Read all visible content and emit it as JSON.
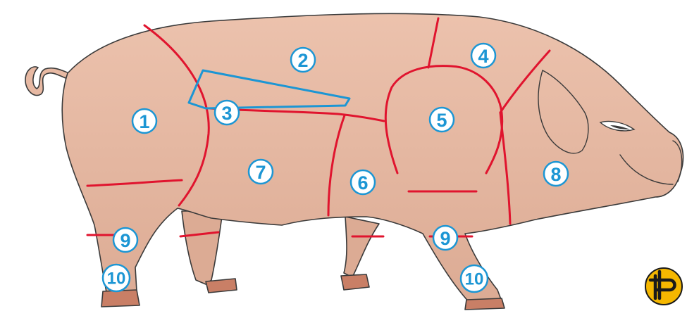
{
  "colors": {
    "skin": "#e7b9a3",
    "skin_shade": "#dcab94",
    "hoof": "#c97f66",
    "outline": "#3a3a3a",
    "cut_line": "#e0142e",
    "badge": "#1c96d4",
    "tenderloin_outline": "#1c96d4",
    "logo_fill": "#f5b700",
    "logo_ink": "#1a1a1a"
  },
  "labels": {
    "cut_1": "1",
    "cut_2": "2",
    "cut_3": "3",
    "cut_4": "4",
    "cut_5": "5",
    "cut_6": "6",
    "cut_7": "7",
    "cut_8": "8",
    "cut_9_hind": "9",
    "cut_9_front": "9",
    "cut_10_hind": "10",
    "cut_10_front": "10"
  },
  "icons": {
    "logo": "PP"
  }
}
